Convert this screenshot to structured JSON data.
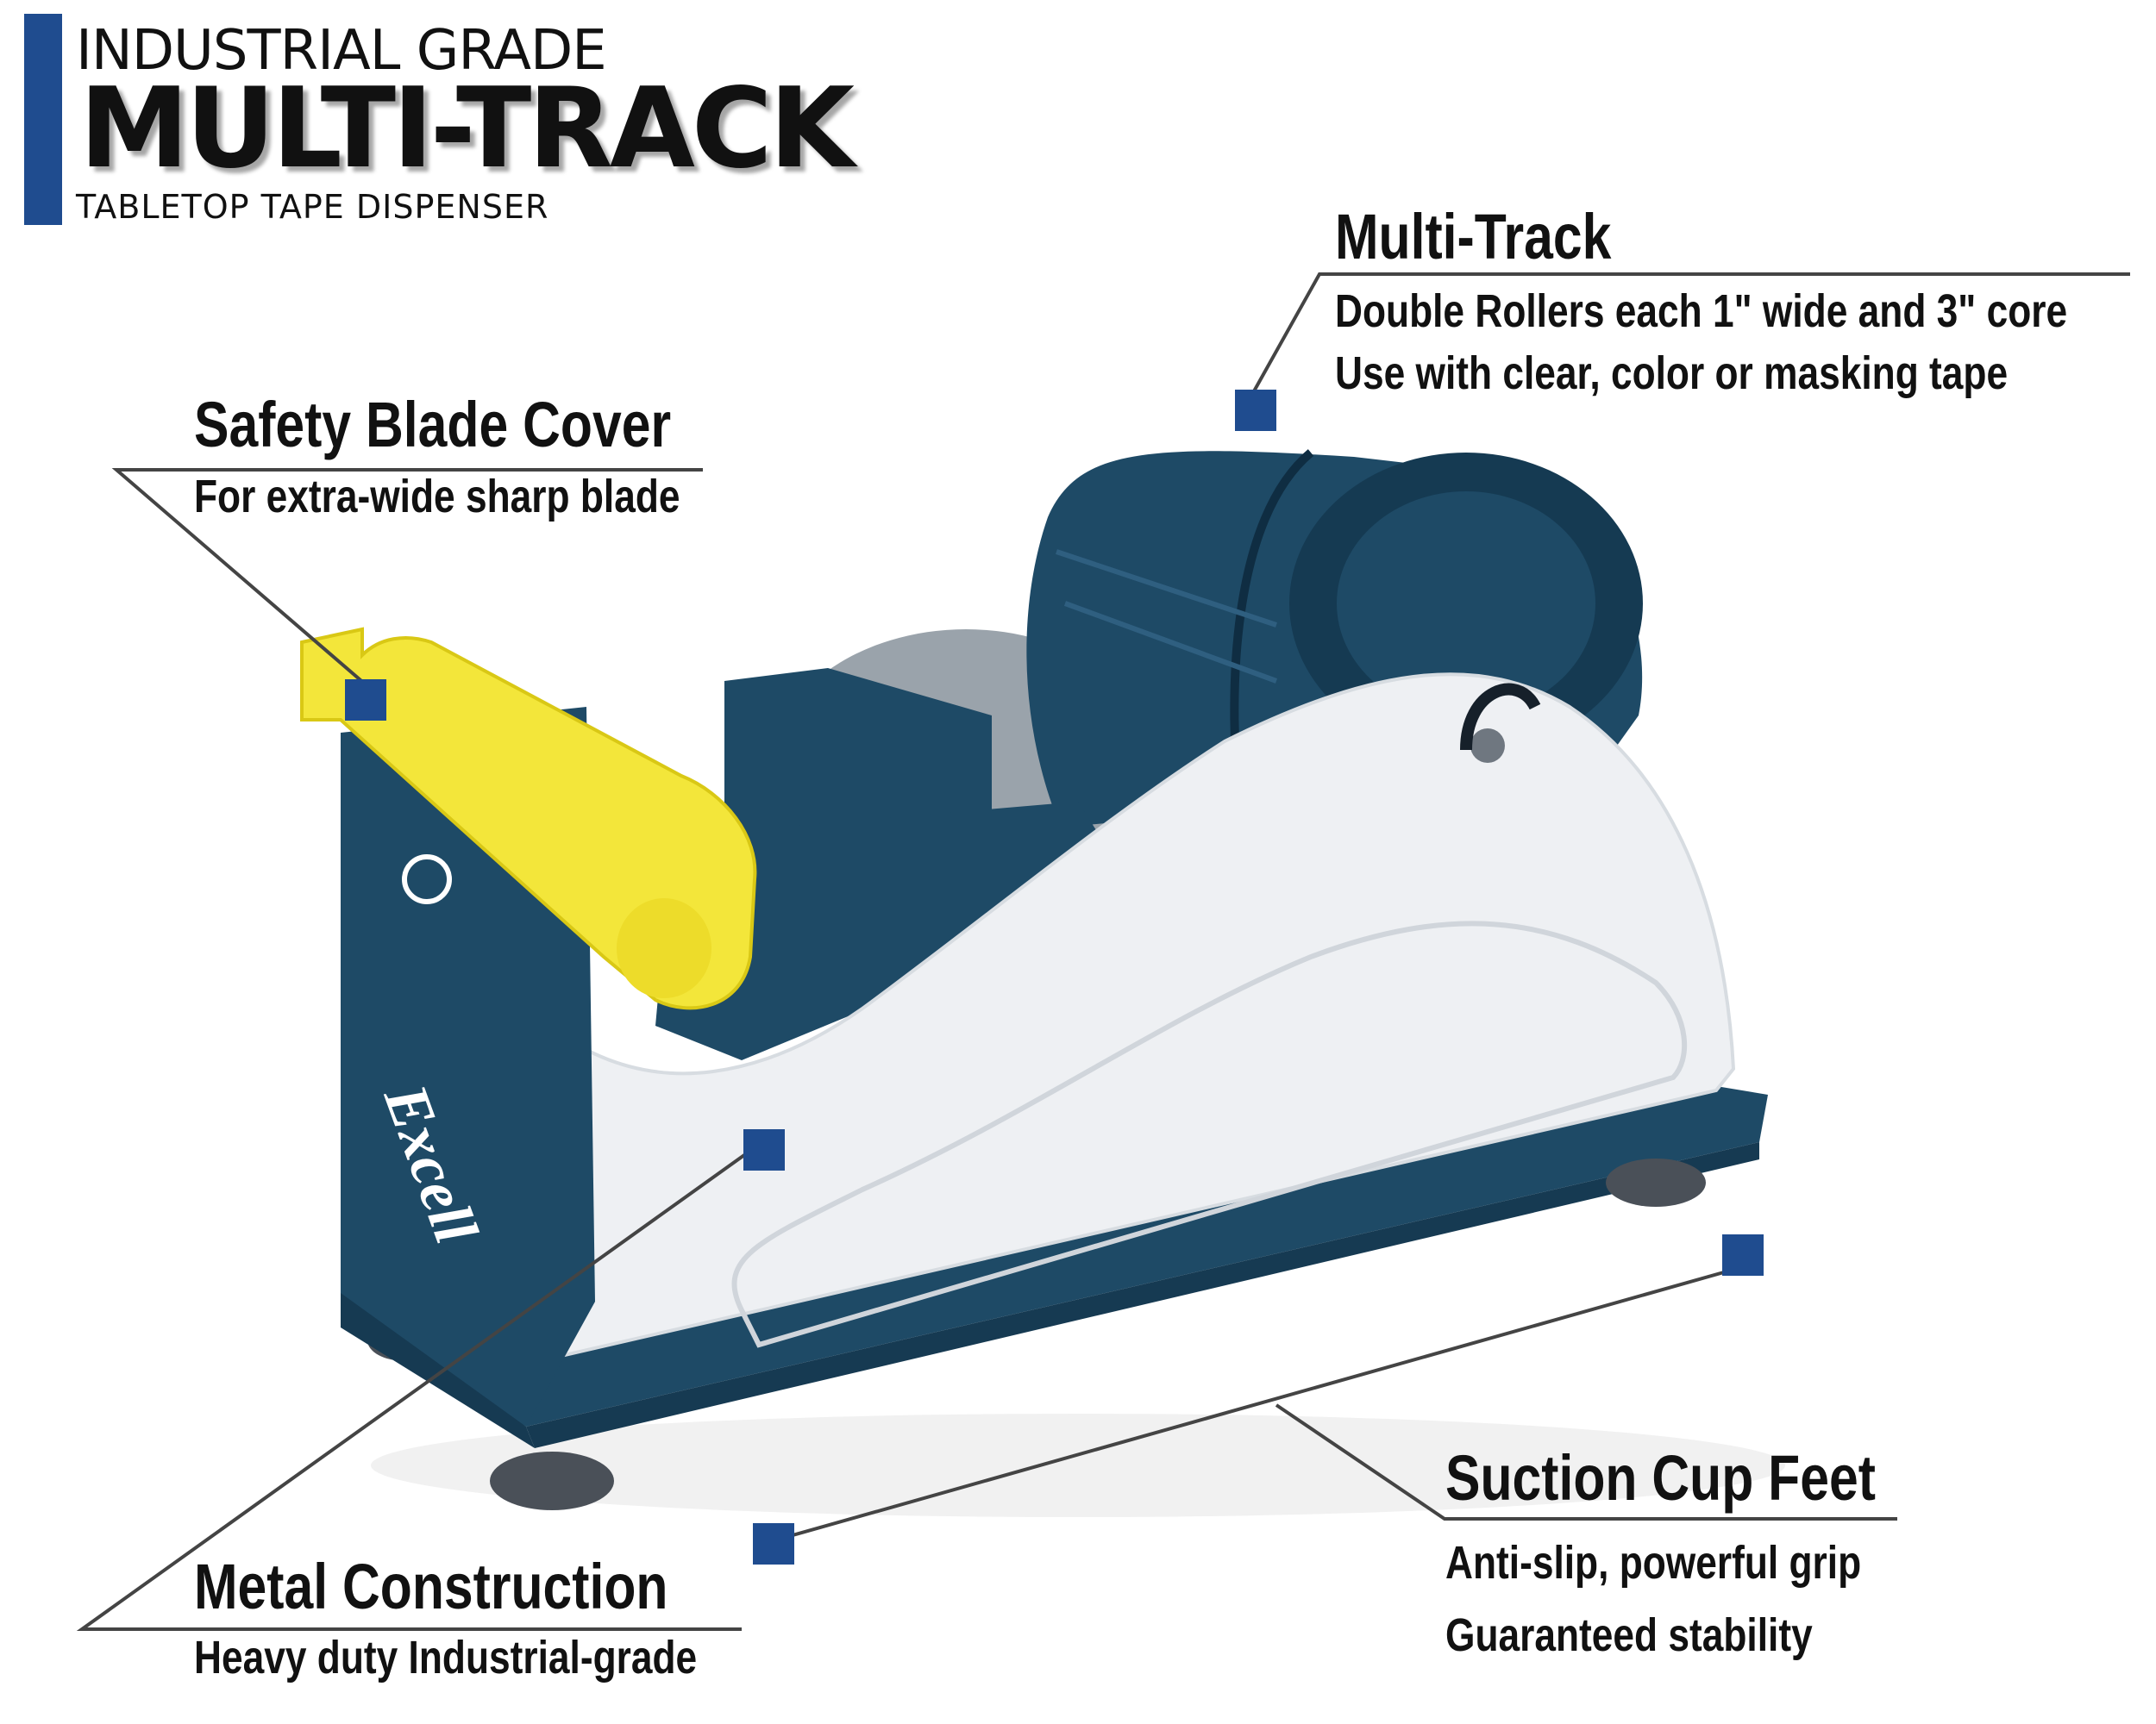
{
  "header": {
    "line1": "INDUSTRIAL GRADE",
    "line2": "MULTI-TRACK",
    "line3": "TABLETOP TAPE DISPENSER"
  },
  "callouts": {
    "multi_track": {
      "title": "Multi-Track",
      "desc1": "Double Rollers each 1\" wide and 3\" core",
      "desc2": "Use with clear, color or masking tape"
    },
    "safety_blade": {
      "title": "Safety Blade Cover",
      "desc1": "For extra-wide sharp blade"
    },
    "metal": {
      "title": "Metal Construction",
      "desc1": "Heavy duty Industrial-grade"
    },
    "suction": {
      "title": "Suction Cup Feet",
      "desc1": "Anti-slip, powerful grip",
      "desc2": "Guaranteed stability"
    }
  },
  "colors": {
    "accent_blue": "#1f4c8f",
    "navy": "#1e4a66",
    "body_white": "#eef0f3",
    "blade_yellow": "#f3e63a"
  }
}
